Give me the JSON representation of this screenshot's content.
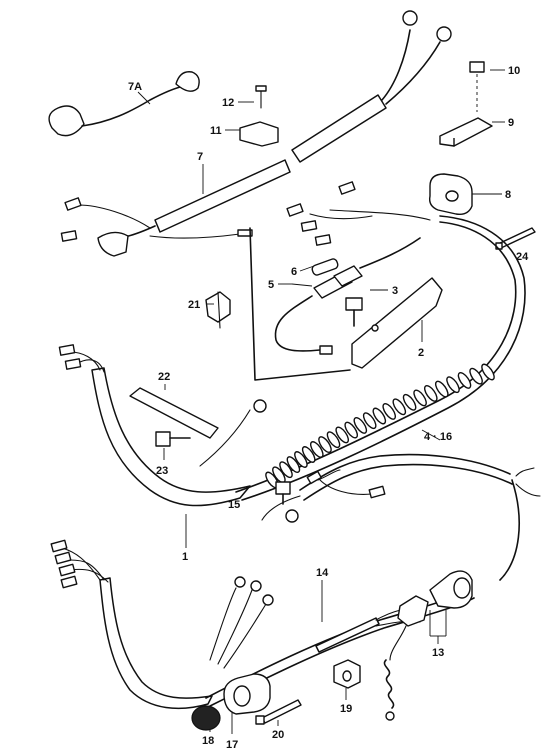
{
  "callouts": {
    "c1": "1",
    "c2": "2",
    "c3": "3",
    "c4_16": "4 · 16",
    "c5": "5",
    "c6": "6",
    "c7": "7",
    "c7a": "7A",
    "c8": "8",
    "c9": "9",
    "c10": "10",
    "c11": "11",
    "c12": "12",
    "c13": "13",
    "c14": "14",
    "c15": "15",
    "c17": "17",
    "c18": "18",
    "c19": "19",
    "c20": "20",
    "c21": "21",
    "c22": "22",
    "c23": "23",
    "c24": "24"
  },
  "parts": [
    {
      "ref": "1",
      "icon": "main-harness-icon"
    },
    {
      "ref": "2",
      "icon": "bracket-icon"
    },
    {
      "ref": "3",
      "icon": "bolt-icon"
    },
    {
      "ref": "4 · 16",
      "icon": "spiral-tube-icon"
    },
    {
      "ref": "5",
      "icon": "fuse-holder-icon"
    },
    {
      "ref": "6",
      "icon": "fuse-icon"
    },
    {
      "ref": "7",
      "icon": "battery-cable-icon"
    },
    {
      "ref": "7A",
      "icon": "terminal-cap-icon"
    },
    {
      "ref": "8",
      "icon": "grommet-icon"
    },
    {
      "ref": "9",
      "icon": "clamp-icon"
    },
    {
      "ref": "10",
      "icon": "bolt-icon"
    },
    {
      "ref": "11",
      "icon": "clamp-icon"
    },
    {
      "ref": "12",
      "icon": "screw-icon"
    },
    {
      "ref": "13",
      "icon": "switch-icon"
    },
    {
      "ref": "14",
      "icon": "lead-wire-icon"
    },
    {
      "ref": "15",
      "icon": "bolt-icon"
    },
    {
      "ref": "17",
      "icon": "switch-icon"
    },
    {
      "ref": "18",
      "icon": "cap-icon"
    },
    {
      "ref": "19",
      "icon": "grommet-icon"
    },
    {
      "ref": "20",
      "icon": "tie-icon"
    },
    {
      "ref": "21",
      "icon": "clamp-icon"
    },
    {
      "ref": "22",
      "icon": "plate-icon"
    },
    {
      "ref": "23",
      "icon": "bolt-icon"
    },
    {
      "ref": "24",
      "icon": "tie-icon"
    }
  ]
}
